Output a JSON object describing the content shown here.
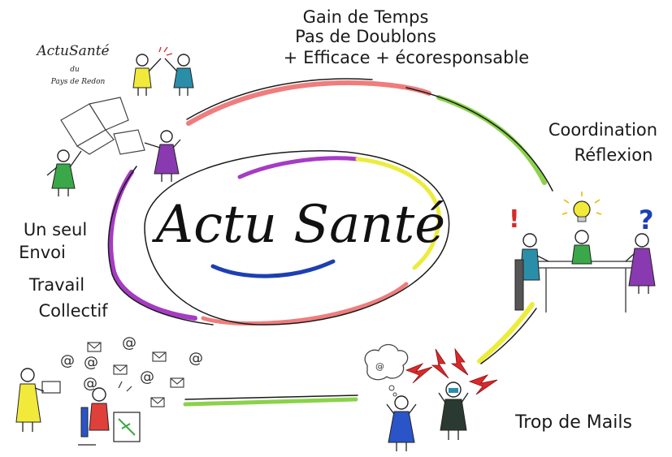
{
  "center_title": "Actu Santé",
  "logo": {
    "name": "ActuSanté",
    "line2": "du",
    "line3": "Pays de Redon"
  },
  "top_benefits": {
    "line1": "Gain de Temps",
    "line2": "Pas de Doublons",
    "line3": "+ Efficace  + écoresponsable"
  },
  "right_labels": {
    "line1": "Coordination",
    "line2": "Réflexion"
  },
  "left_labels": {
    "line1": "Un seul",
    "line2": "Envoi",
    "line3": "Travail",
    "line4": "Collectif"
  },
  "bottom_right_label": "Trop de Mails",
  "icons": {
    "alert": "!",
    "question": "?",
    "email_at": "@"
  },
  "colors": {
    "pink": "#ef7d7d",
    "green": "#8ad24a",
    "yellow": "#ecec3c",
    "purple": "#a63bc4",
    "blue": "#1d3fb2",
    "lightblue": "#3d8bd0",
    "person_yellow": "#f1ea3a",
    "person_teal": "#2b8ea8",
    "person_green": "#3aa848",
    "person_purple": "#8a3ab0",
    "person_blue": "#2a55c8",
    "person_dark": "#2a3a30",
    "person_red": "#e0403a",
    "red_accent": "#d9292b"
  }
}
